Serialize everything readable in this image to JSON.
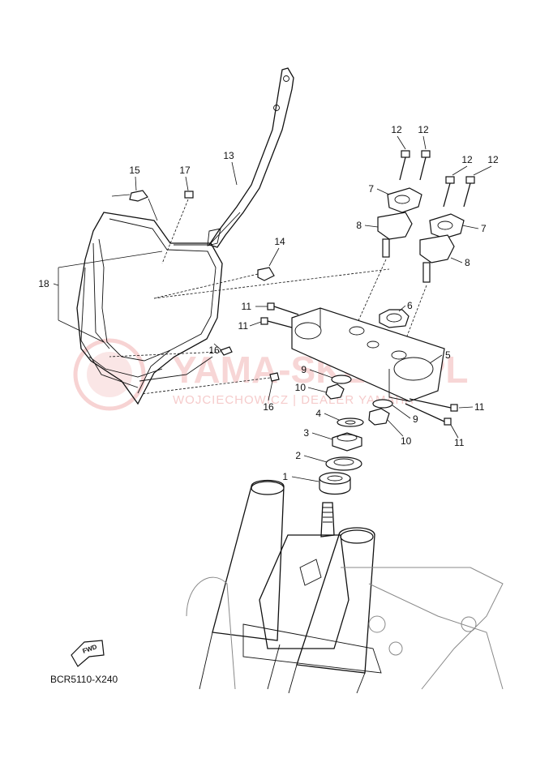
{
  "diagram_code": "BCR5110-X240",
  "fwd_badge": "FWD",
  "watermark": {
    "line1": "YAMA-SKLEP.PL",
    "line2": "WOJCIECHOWICZ | DEALER YAMAHA",
    "colour": "#f2b6b6"
  },
  "callouts": [
    {
      "id": "c1",
      "text": "1"
    },
    {
      "id": "c2",
      "text": "2"
    },
    {
      "id": "c3",
      "text": "3"
    },
    {
      "id": "c4",
      "text": "4"
    },
    {
      "id": "c5",
      "text": "5"
    },
    {
      "id": "c6",
      "text": "6"
    },
    {
      "id": "c7a",
      "text": "7"
    },
    {
      "id": "c7b",
      "text": "7"
    },
    {
      "id": "c8a",
      "text": "8"
    },
    {
      "id": "c8b",
      "text": "8"
    },
    {
      "id": "c9a",
      "text": "9"
    },
    {
      "id": "c9b",
      "text": "9"
    },
    {
      "id": "c10a",
      "text": "10"
    },
    {
      "id": "c10b",
      "text": "10"
    },
    {
      "id": "c11a",
      "text": "11"
    },
    {
      "id": "c11b",
      "text": "11"
    },
    {
      "id": "c11c",
      "text": "11"
    },
    {
      "id": "c11d",
      "text": "11"
    },
    {
      "id": "c12a",
      "text": "12"
    },
    {
      "id": "c12b",
      "text": "12"
    },
    {
      "id": "c12c",
      "text": "12"
    },
    {
      "id": "c12d",
      "text": "12"
    },
    {
      "id": "c13",
      "text": "13"
    },
    {
      "id": "c14",
      "text": "14"
    },
    {
      "id": "c15",
      "text": "15"
    },
    {
      "id": "c16a",
      "text": "16"
    },
    {
      "id": "c16b",
      "text": "16"
    },
    {
      "id": "c17",
      "text": "17"
    },
    {
      "id": "c18",
      "text": "18"
    }
  ]
}
